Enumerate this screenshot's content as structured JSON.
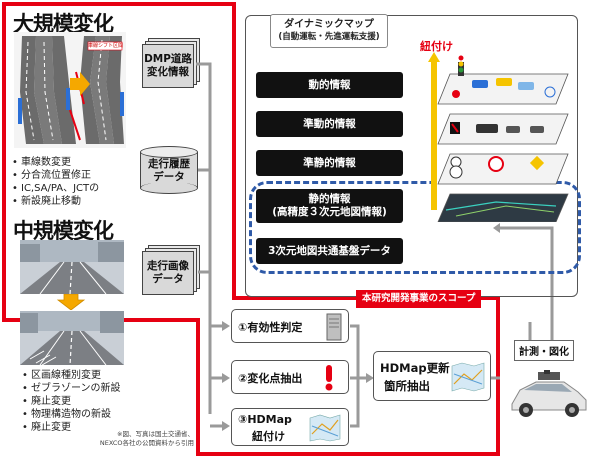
{
  "left": {
    "large_heading": "大規模変化",
    "large_bullets": [
      "車線数変更",
      "分合流位置修正",
      "IC,SA/PA、JCTの",
      "新設廃止移動"
    ],
    "medium_heading": "中規模変化",
    "medium_bullets": [
      "区画線種別変更",
      "ゼブラゾーンの新設",
      "廃止変更",
      "物理構造物の新設",
      "廃止変更"
    ],
    "note_line1": "※図、写真は国土交通省、",
    "note_line2": "NEXCO各社の公開資料から引用",
    "diagram_label": "車線シフト区間"
  },
  "data_sources": {
    "dmp": [
      "DMP道路",
      "変化情報"
    ],
    "history": [
      "走行履歴",
      "データ"
    ],
    "image": [
      "走行画像",
      "データ"
    ]
  },
  "dynamic_map": {
    "title_line1": "ダイナミックマップ",
    "title_line2": "(自動運転・先進運転支援)",
    "tie_label": "紐付け",
    "layers": [
      "動的情報",
      "準動的情報",
      "準静的情報"
    ],
    "static_line1": "静的情報",
    "static_line2": "(高精度３次元地図情報)",
    "base_layer": "3次元地図共通基盤データ"
  },
  "scope": {
    "label": "本研究開発事業のスコープ",
    "step1": "①有効性判定",
    "step2": "②変化点抽出",
    "step3_line1": "③HDMap",
    "step3_line2": "紐付け",
    "update_line1": "HDMap更新",
    "update_line2": "箇所抽出"
  },
  "measure_label": "計測・図化",
  "colors": {
    "scope_red": "#e60012",
    "dashed_blue": "#2f5aa8",
    "panel_black": "#111111",
    "arrow_gray": "#9a9a9a",
    "arrow_orange": "#f5a800"
  }
}
